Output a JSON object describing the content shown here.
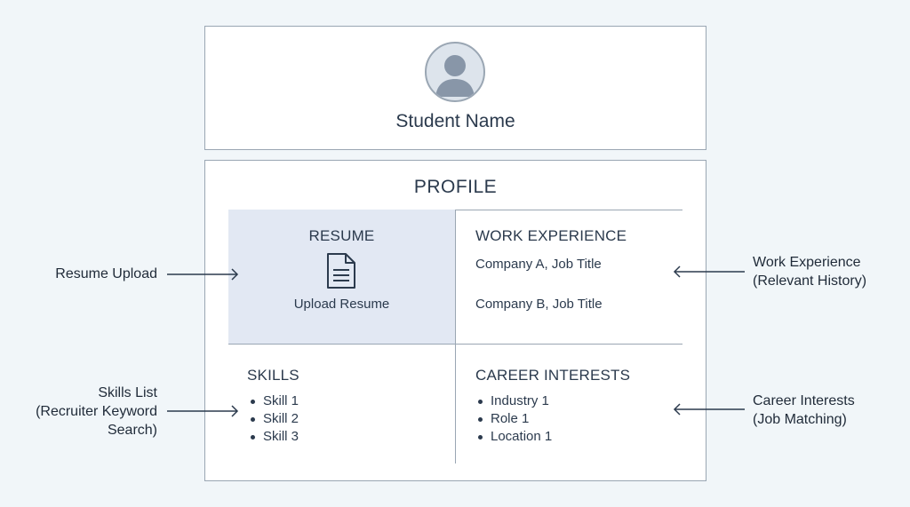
{
  "header": {
    "student_name": "Student Name"
  },
  "profile": {
    "title": "PROFILE",
    "resume": {
      "title": "RESUME",
      "icon": "document-icon",
      "upload_label": "Upload Resume"
    },
    "work_experience": {
      "title": "WORK EXPERIENCE",
      "entries": [
        "Company A, Job Title",
        "Company B, Job Title"
      ]
    },
    "skills": {
      "title": "SKILLS",
      "items": [
        "Skill 1",
        "Skill 2",
        "Skill 3"
      ]
    },
    "career_interests": {
      "title": "CAREER INTERESTS",
      "items": [
        "Industry 1",
        "Role 1",
        "Location 1"
      ]
    }
  },
  "annotations": {
    "resume_upload": "Resume Upload",
    "skills_list": [
      "Skills List",
      "(Recruiter Keyword",
      "Search)"
    ],
    "work_experience": [
      "Work Experience",
      "(Relevant History)"
    ],
    "career_interests": [
      "Career Interests",
      "(Job Matching)"
    ]
  },
  "colors": {
    "background": "#f1f6f9",
    "card": "#ffffff",
    "border": "#9aa6b3",
    "resume_highlight": "#e2e8f3",
    "text": "#2b3a4d"
  }
}
